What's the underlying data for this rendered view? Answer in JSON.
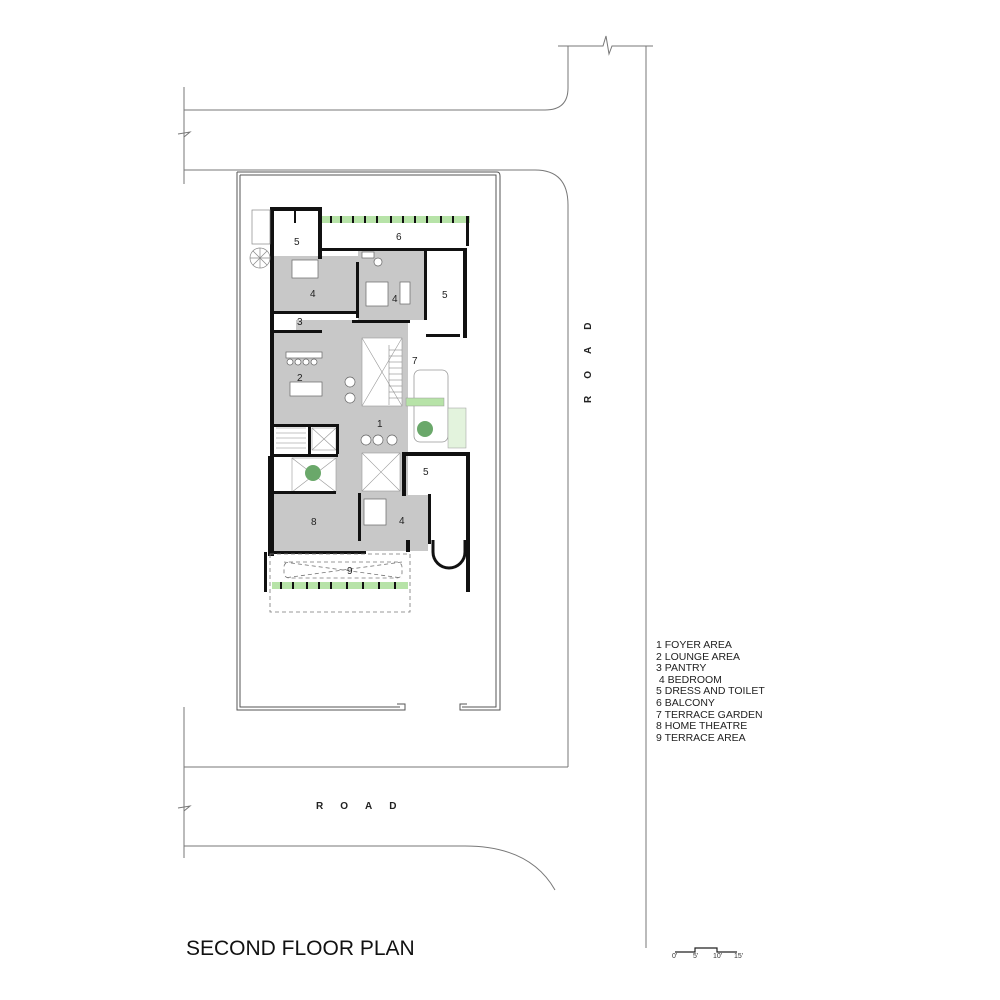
{
  "title": "SECOND FLOOR PLAN",
  "roads": {
    "bottom_label": "ROAD",
    "right_label": "ROAD"
  },
  "legend": [
    "1 FOYER AREA",
    "2 LOUNGE AREA",
    "3 PANTRY",
    " 4 BEDROOM",
    "5 DRESS AND TOILET",
    "6 BALCONY",
    "7 TERRACE GARDEN",
    "8 HOME THEATRE",
    "9 TERRACE AREA"
  ],
  "scale_bar": {
    "ticks": [
      "0'",
      "5'",
      "10'",
      "15'"
    ]
  },
  "room_labels": {
    "dress_toilet_nw": "5",
    "balcony": "6",
    "bedroom_nw": "4",
    "bedroom_n": "4",
    "dress_toilet_ne": "5",
    "pantry": "3",
    "lounge": "2",
    "terrace_garden": "7",
    "foyer": "1",
    "dress_toilet_se": "5",
    "home_theatre": "8",
    "bedroom_s": "4",
    "terrace_area": "9"
  },
  "colors": {
    "floor_fill": "#c8c8c8",
    "wall": "#111111",
    "planting": "#8fd07a",
    "tree": "#6aa86a",
    "line": "#777777"
  }
}
